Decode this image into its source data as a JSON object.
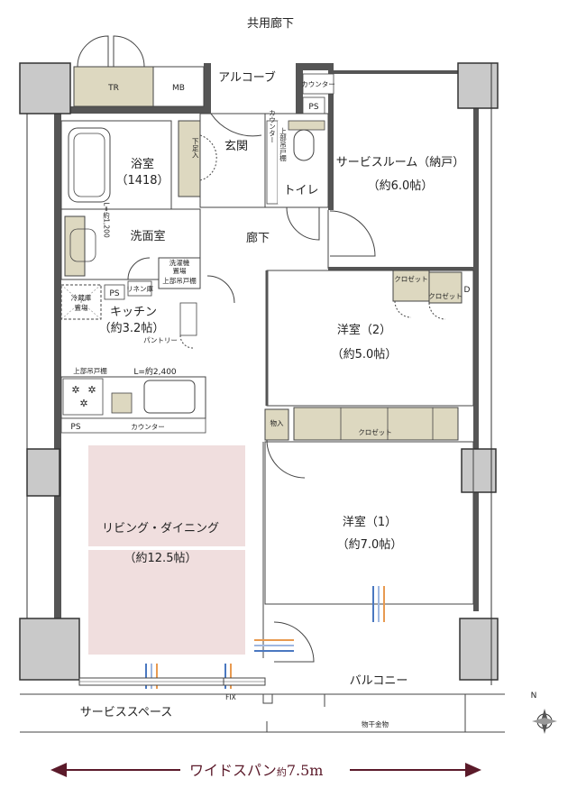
{
  "corridor": "共用廊下",
  "tr": "TR",
  "mb": "MB",
  "alcove": "アルコーブ",
  "counter": "カウンター",
  "ps": "PS",
  "entrance": "玄関",
  "shoe_storage": "下足入",
  "bath_name": "浴室",
  "bath_size": "（1418）",
  "upper_cabinet": "上部吊戸棚",
  "counter_v": "カウンター",
  "toilet": "トイレ",
  "service_room_name": "サービスルーム（納戸）",
  "service_room_size": "（約6.0帖）",
  "washroom": "洗面室",
  "wash_width": "L=約1,200",
  "hallway": "廊下",
  "washer_label_1": "洗濯機",
  "washer_label_2": "置場",
  "washer_upper": "上部吊戸棚",
  "linen": "リネン庫",
  "closet": "クロゼット",
  "closet_d": "D",
  "fridge_1": "冷蔵庫",
  "fridge_2": "置場",
  "kitchen_name": "キッチン",
  "kitchen_size": "（約3.2帖）",
  "pantry": "パントリー",
  "western2_name": "洋室（2）",
  "western2_size": "（約5.0帖）",
  "kitchen_upper": "上部吊戸棚",
  "kitchen_length": "L=約2,400",
  "kitchen_counter": "カウンター",
  "storage": "物入",
  "ld_name": "リビング・ダイニング",
  "ld_size": "（約12.5帖）",
  "western1_name": "洋室（1）",
  "western1_size": "（約7.0帖）",
  "balcony": "バルコニー",
  "fix": "FIX",
  "service_space": "サービススペース",
  "drying_rack": "物干金物",
  "north": "N",
  "wide_span": "ワイドスパン",
  "wide_span_approx": "約",
  "wide_span_value": "7.5m",
  "colors": {
    "ld_fill": "#f0dede",
    "closet_fill": "#ddd8c0",
    "span_accent": "#5b1a2a",
    "hot": "#e89a50",
    "cold": "#4a78c0"
  }
}
